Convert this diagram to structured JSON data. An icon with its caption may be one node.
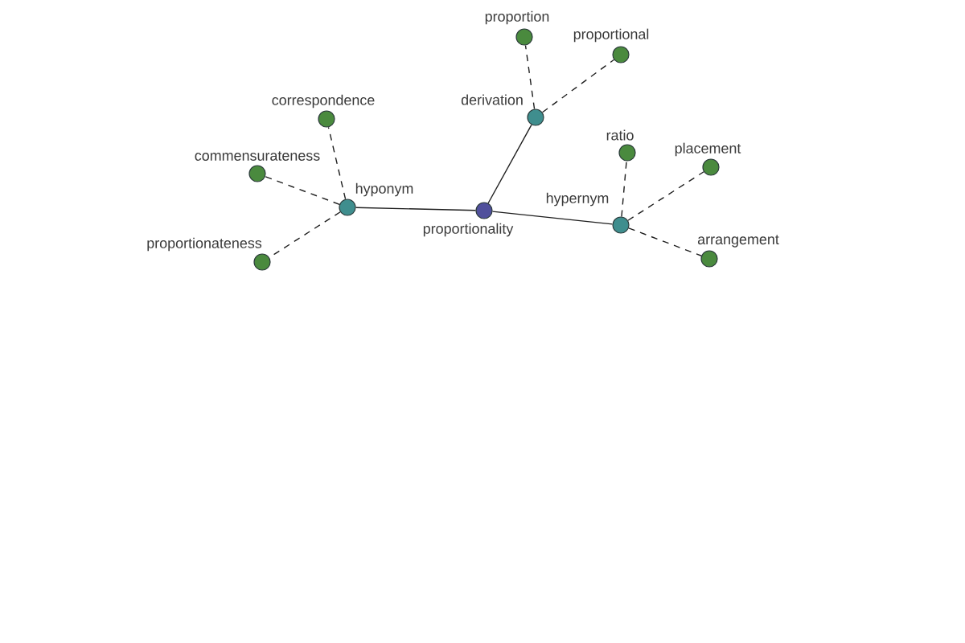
{
  "diagram": {
    "nodes": [
      {
        "text": [
          "proportion"
        ]
      },
      {
        "text": [
          "proportional"
        ]
      },
      {
        "text": [
          "correspondence"
        ]
      },
      {
        "text": [
          "derivation"
        ]
      },
      {
        "text": [
          "ratio"
        ]
      },
      {
        "text": [
          "placement"
        ]
      },
      {
        "text": [
          "commensurateness"
        ]
      },
      {
        "text": [
          "hyponym"
        ]
      },
      {
        "text": [
          "proportionality"
        ]
      },
      {
        "text": [
          "hypernym"
        ]
      },
      {
        "text": [
          "arrangement"
        ]
      },
      {
        "text": [
          "proportionateness"
        ]
      }
    ],
    "edges": [
      {
        "from": 8,
        "to": 7,
        "arrow": "none"
      },
      {
        "from": 8,
        "to": 3,
        "arrow": "none"
      },
      {
        "from": 8,
        "to": 9,
        "arrow": "none"
      },
      {
        "from": 7,
        "to": 2,
        "arrow": "none",
        "style": "dashed"
      },
      {
        "from": 7,
        "to": 6,
        "arrow": "none",
        "style": "dashed"
      },
      {
        "from": 7,
        "to": 11,
        "arrow": "none",
        "style": "dashed"
      },
      {
        "from": 3,
        "to": 0,
        "arrow": "none",
        "style": "dashed"
      },
      {
        "from": 3,
        "to": 1,
        "arrow": "none",
        "style": "dashed"
      },
      {
        "from": 9,
        "to": 4,
        "arrow": "none",
        "style": "dashed"
      },
      {
        "from": 9,
        "to": 5,
        "arrow": "none",
        "style": "dashed"
      },
      {
        "from": 9,
        "to": 10,
        "arrow": "none",
        "style": "dashed"
      }
    ]
  }
}
